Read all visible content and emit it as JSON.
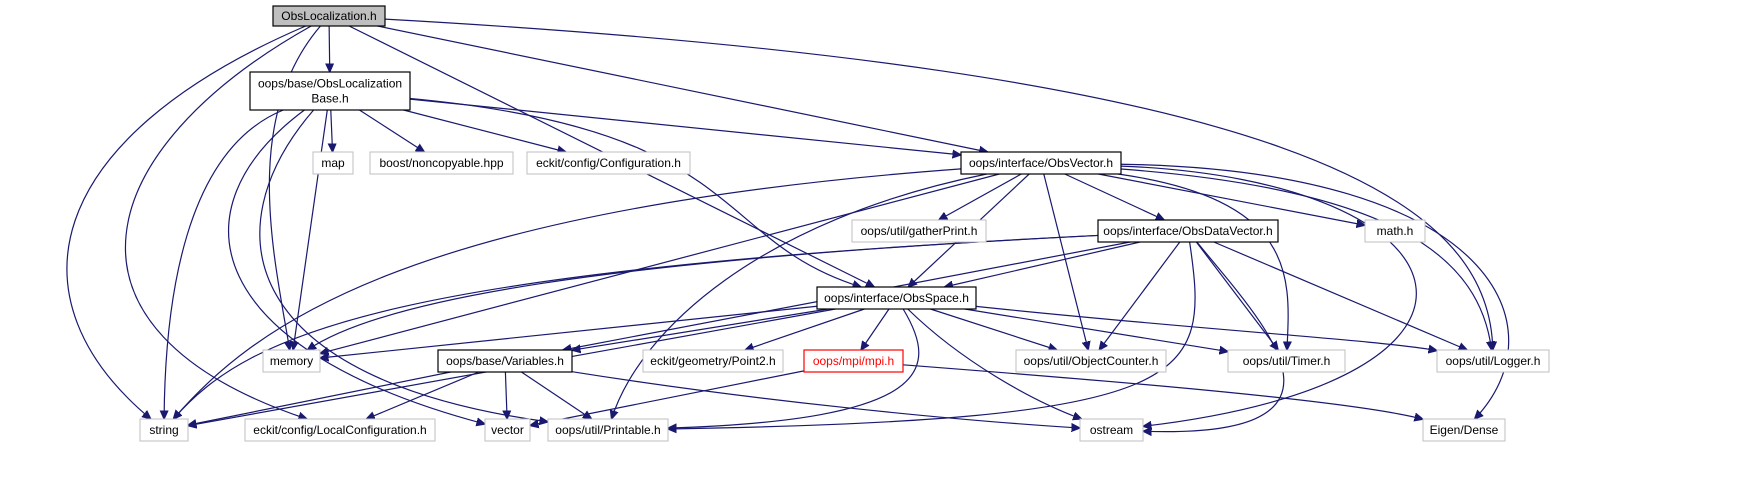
{
  "colors": {
    "edge": "#191970",
    "root_fill": "#bfbfbf",
    "node_border": "#000000",
    "external_border": "#bfbfbf",
    "red_border": "#ff0000",
    "red_text": "#ff0000"
  },
  "nodes": {
    "obslocalization": {
      "label": "ObsLocalization.h",
      "kind": "root"
    },
    "obslocbase": {
      "label": "oops/base/ObsLocalization Base.h",
      "label_lines": [
        "oops/base/ObsLocalization",
        "Base.h"
      ],
      "kind": "doc"
    },
    "memory": {
      "label": "memory",
      "kind": "external"
    },
    "string": {
      "label": "string",
      "kind": "external"
    },
    "localconfig": {
      "label": "eckit/config/LocalConfiguration.h",
      "kind": "external"
    },
    "map": {
      "label": "map",
      "kind": "external"
    },
    "noncopyable": {
      "label": "boost/noncopyable.hpp",
      "kind": "external"
    },
    "configuration": {
      "label": "eckit/config/Configuration.h",
      "kind": "external"
    },
    "obsvector": {
      "label": "oops/interface/ObsVector.h",
      "kind": "doc"
    },
    "gatherprint": {
      "label": "oops/util/gatherPrint.h",
      "kind": "external"
    },
    "mathh": {
      "label": "math.h",
      "kind": "external"
    },
    "obsdatavector": {
      "label": "oops/interface/ObsDataVector.h",
      "kind": "doc"
    },
    "obsspace": {
      "label": "oops/interface/ObsSpace.h",
      "kind": "doc"
    },
    "variables": {
      "label": "oops/base/Variables.h",
      "kind": "doc"
    },
    "point2": {
      "label": "eckit/geometry/Point2.h",
      "kind": "external"
    },
    "mpi": {
      "label": "oops/mpi/mpi.h",
      "kind": "red"
    },
    "objectcounter": {
      "label": "oops/util/ObjectCounter.h",
      "kind": "external"
    },
    "timer": {
      "label": "oops/util/Timer.h",
      "kind": "external"
    },
    "logger": {
      "label": "oops/util/Logger.h",
      "kind": "external"
    },
    "vector": {
      "label": "vector",
      "kind": "external"
    },
    "printable": {
      "label": "oops/util/Printable.h",
      "kind": "external"
    },
    "ostream": {
      "label": "ostream",
      "kind": "external"
    },
    "eigendense": {
      "label": "Eigen/Dense",
      "kind": "external"
    }
  },
  "edges": [
    [
      "obslocalization",
      "obslocbase"
    ],
    [
      "obslocalization",
      "memory"
    ],
    [
      "obslocalization",
      "string"
    ],
    [
      "obslocalization",
      "localconfig"
    ],
    [
      "obslocalization",
      "obsspace"
    ],
    [
      "obslocalization",
      "obsvector"
    ],
    [
      "obslocalization",
      "logger"
    ],
    [
      "obslocbase",
      "memory"
    ],
    [
      "obslocbase",
      "string"
    ],
    [
      "obslocbase",
      "map"
    ],
    [
      "obslocbase",
      "noncopyable"
    ],
    [
      "obslocbase",
      "configuration"
    ],
    [
      "obslocbase",
      "obsvector"
    ],
    [
      "obslocbase",
      "obsspace"
    ],
    [
      "obslocbase",
      "printable"
    ],
    [
      "obslocbase",
      "vector"
    ],
    [
      "obsvector",
      "memory"
    ],
    [
      "obsvector",
      "string"
    ],
    [
      "obsvector",
      "gatherprint"
    ],
    [
      "obsvector",
      "mathh"
    ],
    [
      "obsvector",
      "obsdatavector"
    ],
    [
      "obsvector",
      "obsspace"
    ],
    [
      "obsvector",
      "objectcounter"
    ],
    [
      "obsvector",
      "timer"
    ],
    [
      "obsvector",
      "logger"
    ],
    [
      "obsvector",
      "printable"
    ],
    [
      "obsvector",
      "ostream"
    ],
    [
      "obsvector",
      "eigendense"
    ],
    [
      "obsdatavector",
      "memory"
    ],
    [
      "obsdatavector",
      "string"
    ],
    [
      "obsdatavector",
      "obsspace"
    ],
    [
      "obsdatavector",
      "variables"
    ],
    [
      "obsdatavector",
      "objectcounter"
    ],
    [
      "obsdatavector",
      "timer"
    ],
    [
      "obsdatavector",
      "logger"
    ],
    [
      "obsdatavector",
      "printable"
    ],
    [
      "obsdatavector",
      "ostream"
    ],
    [
      "obsspace",
      "memory"
    ],
    [
      "obsspace",
      "string"
    ],
    [
      "obsspace",
      "variables"
    ],
    [
      "obsspace",
      "point2"
    ],
    [
      "obsspace",
      "mpi"
    ],
    [
      "obsspace",
      "objectcounter"
    ],
    [
      "obsspace",
      "timer"
    ],
    [
      "obsspace",
      "logger"
    ],
    [
      "obsspace",
      "printable"
    ],
    [
      "obsspace",
      "ostream"
    ],
    [
      "variables",
      "string"
    ],
    [
      "variables",
      "localconfig"
    ],
    [
      "variables",
      "vector"
    ],
    [
      "variables",
      "printable"
    ],
    [
      "variables",
      "ostream"
    ],
    [
      "mpi",
      "vector"
    ],
    [
      "mpi",
      "eigendense"
    ]
  ]
}
